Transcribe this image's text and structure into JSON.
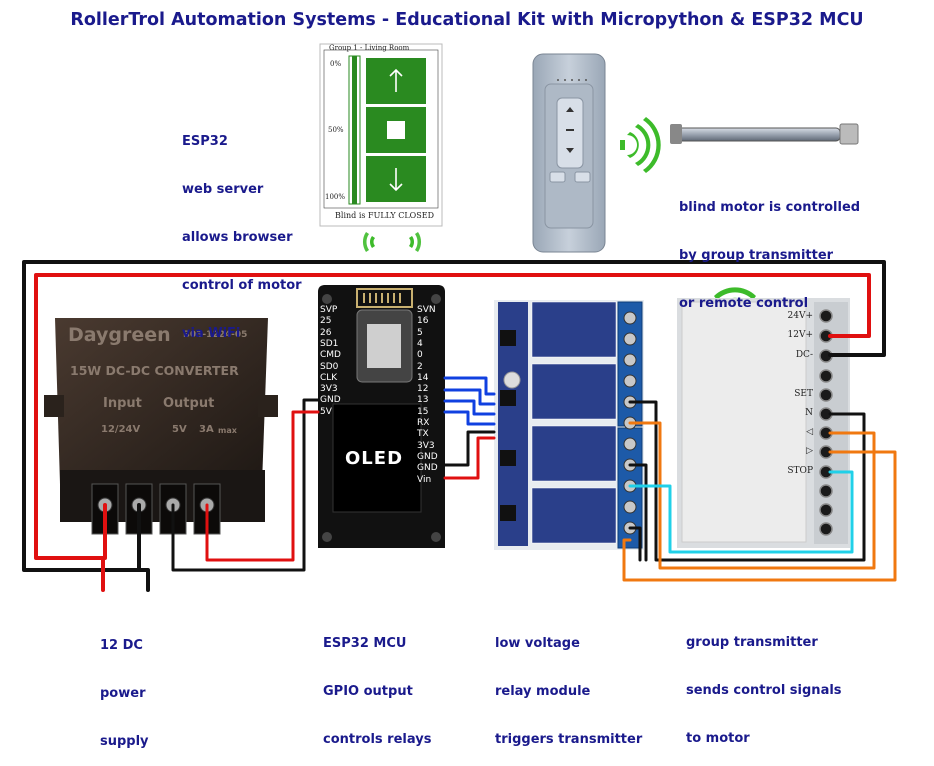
{
  "title": "RollerTrol Automation Systems - Educational Kit with Micropython & ESP32 MCU",
  "labels": {
    "esp32_web": [
      "ESP32",
      "web server",
      "allows browser",
      "control of motor",
      "via WiFi"
    ],
    "blind_motor": [
      "blind motor is controlled",
      "by group transmitter",
      "or remote control"
    ],
    "power": [
      "12 DC",
      "power",
      "supply"
    ],
    "esp32_mcu": [
      "ESP32 MCU",
      "GPIO output",
      "controls relays"
    ],
    "relay": [
      "low voltage",
      "relay module",
      "triggers transmitter"
    ],
    "group_tx": [
      "group transmitter",
      "sends control signals",
      "to motor"
    ]
  },
  "webui": {
    "header": "Group 1 - Living Room",
    "pct_top": "0%",
    "pct_mid": "50%",
    "pct_bottom": "100%",
    "status": "Blind is FULLY CLOSED"
  },
  "converter": {
    "brand": "Daygreen",
    "model": "B03-1224-05",
    "name": "15W DC-DC CONVERTER",
    "input": "Input",
    "output": "Output",
    "in_rating": "12/24V",
    "out_rating": "5V",
    "amps": "3A",
    "max": "max"
  },
  "mcu": {
    "oled": "OLED",
    "left_pins": [
      "SVP",
      "25",
      "26",
      "SD1",
      "CMD",
      "SD0",
      "CLK",
      "3V3",
      "GND",
      "5V"
    ],
    "right_pins": [
      "SVN",
      "16",
      "5",
      "4",
      "0",
      "2",
      "14",
      "12",
      "13",
      "15",
      "RX",
      "TX",
      "3V3",
      "GND",
      "GND",
      "Vin"
    ]
  },
  "transmitter": {
    "terminals": [
      "24V+",
      "12V+",
      "DC-",
      "SET",
      "N",
      "◁",
      "▷",
      "STOP"
    ]
  },
  "colors": {
    "text": "#1a1a8c",
    "red_wire": "#e01010",
    "black_wire": "#111111",
    "blue_wire": "#1040e0",
    "orange_wire": "#f07810",
    "cyan_wire": "#20d0e8",
    "green_accent": "#2a8a20",
    "relay_blue": "#2a3f8a"
  }
}
